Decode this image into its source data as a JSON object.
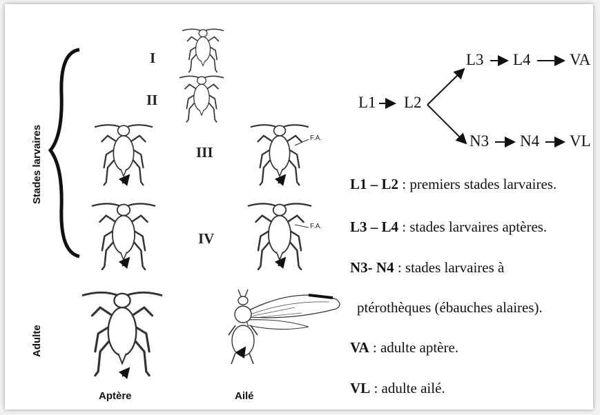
{
  "sidebar": {
    "stades_label": "Stades larvaires",
    "adulte_label": "Adulte"
  },
  "stages": {
    "s1": "I",
    "s2": "II",
    "s3": "III",
    "s4": "IV"
  },
  "fa_label": "F.A.",
  "captions": {
    "aptere": "Aptère",
    "aile": "Ailé"
  },
  "flow": {
    "nodes": {
      "l1": "L1",
      "l2": "L2",
      "l3": "L3",
      "l4": "L4",
      "va": "VA",
      "n3": "N3",
      "n4": "N4",
      "vl": "VL"
    }
  },
  "legend": [
    {
      "term": "L1 – L2",
      "sep": " : ",
      "desc": "premiers stades larvaires."
    },
    {
      "term": "L3 – L4",
      "sep": " : ",
      "desc": "stades larvaires aptères."
    },
    {
      "term": "N3- N4",
      "sep": " : ",
      "desc": "stades larvaires à"
    },
    {
      "term": "",
      "sep": "",
      "desc": "ptérothèques (ébauches alaires)."
    },
    {
      "term": "VA",
      "sep": " : ",
      "desc": "adulte aptère."
    },
    {
      "term": "VL",
      "sep": " : ",
      "desc": "adulte ailé."
    }
  ]
}
